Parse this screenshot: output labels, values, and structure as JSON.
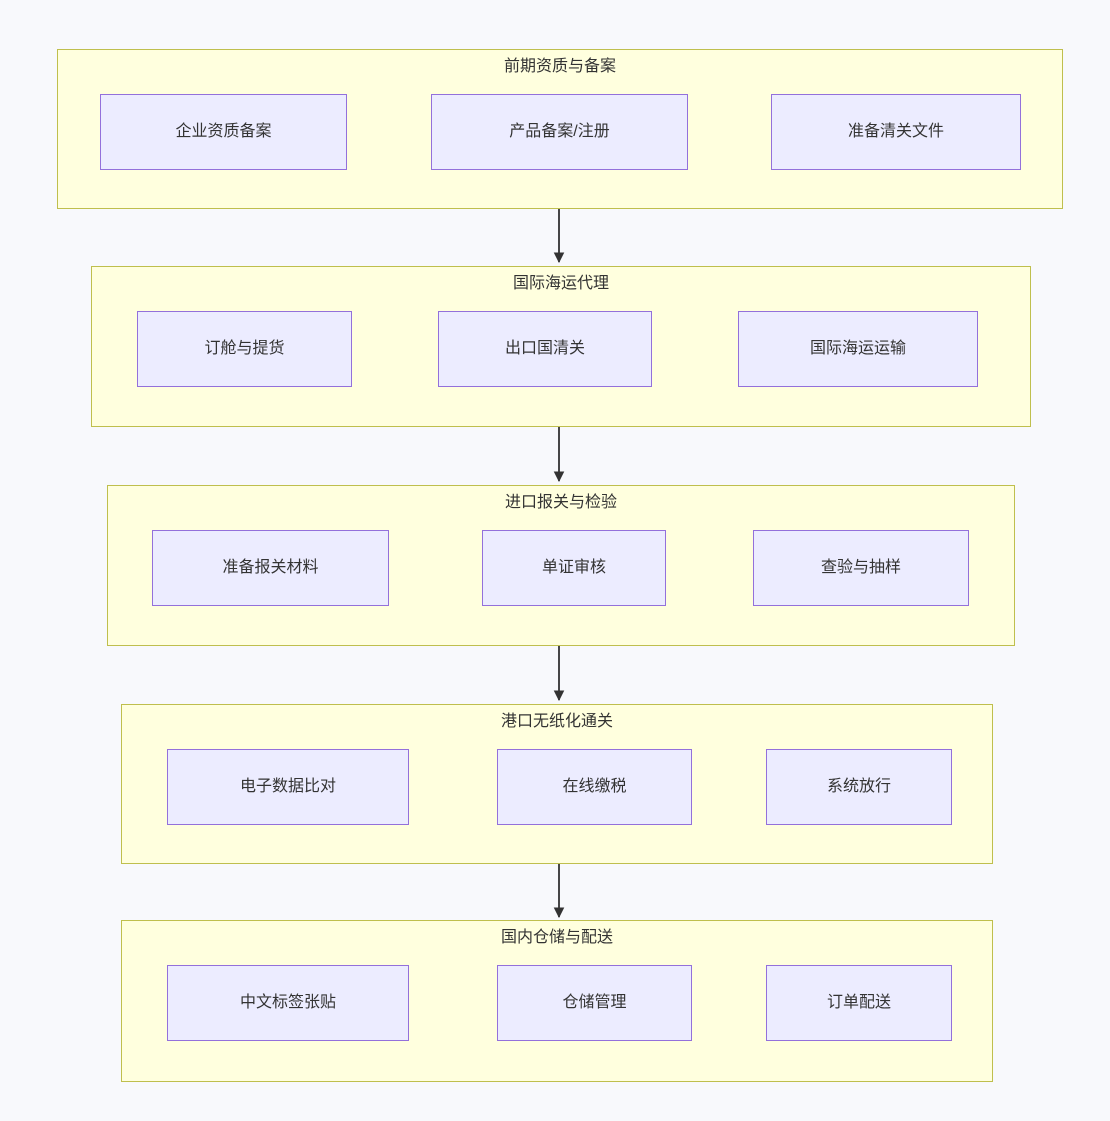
{
  "diagram": {
    "type": "flowchart",
    "direction": "top-to-bottom",
    "background_color": "#F8F9FC",
    "subgraph_fill": "#FFFFDE",
    "subgraph_border": "#BFBF4D",
    "node_fill": "#ECECFF",
    "node_border": "#9370DB",
    "edge_color": "#333333",
    "text_color": "#333333"
  },
  "subgraphs": [
    {
      "id": "sg1",
      "title": "前期资质与备案",
      "nodes": [
        {
          "id": "n1",
          "label": "企业资质备案"
        },
        {
          "id": "n2",
          "label": "产品备案/注册"
        },
        {
          "id": "n3",
          "label": "准备清关文件"
        }
      ],
      "edges": [
        {
          "from": "n1",
          "to": "n2"
        },
        {
          "from": "n2",
          "to": "n3"
        }
      ]
    },
    {
      "id": "sg2",
      "title": "国际海运代理",
      "nodes": [
        {
          "id": "n4",
          "label": "订舱与提货"
        },
        {
          "id": "n5",
          "label": "出口国清关"
        },
        {
          "id": "n6",
          "label": "国际海运运输"
        }
      ],
      "edges": [
        {
          "from": "n4",
          "to": "n5"
        },
        {
          "from": "n5",
          "to": "n6"
        }
      ]
    },
    {
      "id": "sg3",
      "title": "进口报关与检验",
      "nodes": [
        {
          "id": "n7",
          "label": "准备报关材料"
        },
        {
          "id": "n8",
          "label": "单证审核"
        },
        {
          "id": "n9",
          "label": "查验与抽样"
        }
      ],
      "edges": [
        {
          "from": "n7",
          "to": "n8"
        },
        {
          "from": "n8",
          "to": "n9"
        }
      ]
    },
    {
      "id": "sg4",
      "title": "港口无纸化通关",
      "nodes": [
        {
          "id": "n10",
          "label": "电子数据比对"
        },
        {
          "id": "n11",
          "label": "在线缴税"
        },
        {
          "id": "n12",
          "label": "系统放行"
        }
      ],
      "edges": [
        {
          "from": "n10",
          "to": "n11"
        },
        {
          "from": "n11",
          "to": "n12"
        }
      ]
    },
    {
      "id": "sg5",
      "title": "国内仓储与配送",
      "nodes": [
        {
          "id": "n13",
          "label": "中文标签张贴"
        },
        {
          "id": "n14",
          "label": "仓储管理"
        },
        {
          "id": "n15",
          "label": "订单配送"
        }
      ],
      "edges": [
        {
          "from": "n13",
          "to": "n14"
        },
        {
          "from": "n14",
          "to": "n15"
        }
      ]
    }
  ],
  "cross_subgraph_edges": [
    {
      "from": "sg1",
      "to": "sg2"
    },
    {
      "from": "sg2",
      "to": "sg3"
    },
    {
      "from": "sg3",
      "to": "sg4"
    },
    {
      "from": "sg4",
      "to": "sg5"
    }
  ]
}
